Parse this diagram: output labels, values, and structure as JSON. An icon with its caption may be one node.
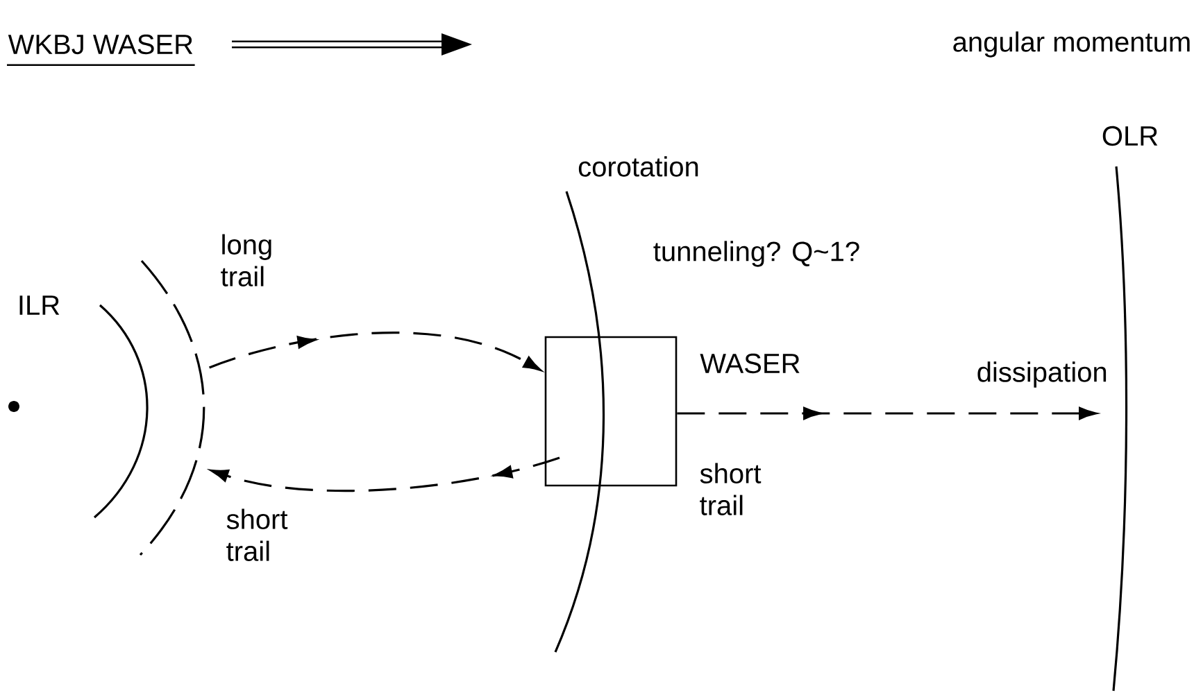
{
  "diagram": {
    "title": "WKBJ WASER",
    "nodes": [
      {
        "text": [
          "ILR"
        ]
      },
      {
        "text": [],
        "shape": "arc"
      },
      {
        "text": [
          "corotation"
        ]
      },
      {
        "text": [
          "WASER"
        ],
        "beside": [
          "short trail"
        ]
      },
      {
        "text": [
          "OLR"
        ]
      }
    ],
    "edges": [
      {
        "from": 1,
        "to": 3,
        "arrow": "to",
        "label": "long trail",
        "style": "dashed"
      },
      {
        "from": 3,
        "to": 1,
        "arrow": "to",
        "label": "short trail",
        "style": "dashed"
      },
      {
        "from": 3,
        "to": 4,
        "arrow": "to",
        "label": "dissipation",
        "style": "dashed"
      }
    ],
    "labels": [
      "angular momentum",
      "tunneling? Q~1?"
    ]
  }
}
